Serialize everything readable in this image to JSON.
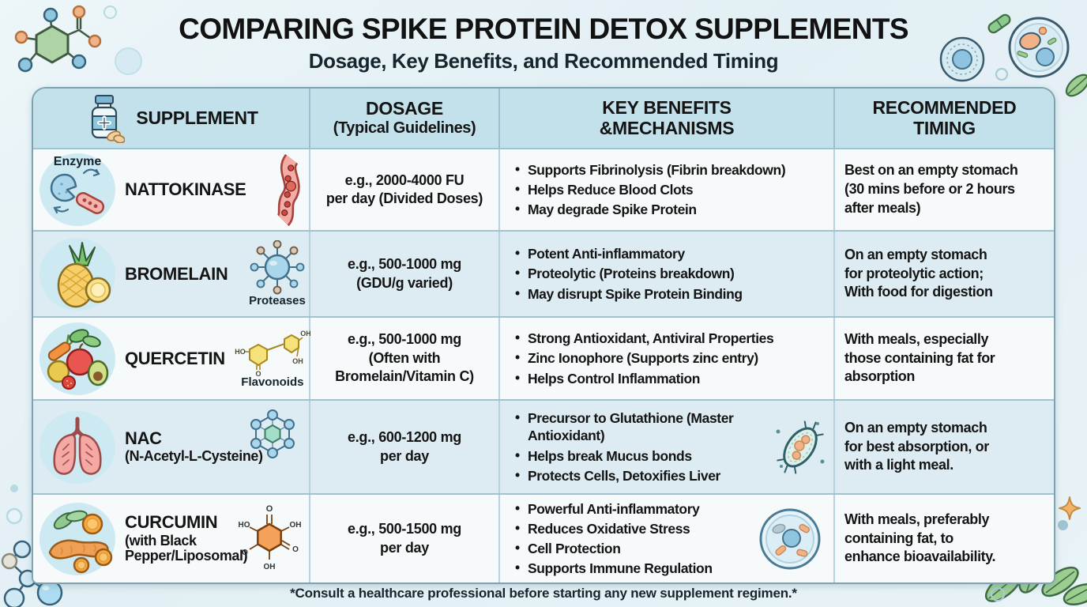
{
  "page": {
    "title": "COMPARING SPIKE PROTEIN DETOX SUPPLEMENTS",
    "subtitle": "Dosage, Key Benefits, and Recommended Timing",
    "footnote": "*Consult a healthcare professional before starting any new supplement regimen.*"
  },
  "colors": {
    "header_bg": "#c2e1eb",
    "row_tint": "#dcecf2",
    "row_light": "#f7fafb",
    "table_border": "#7da3b2",
    "accent_orange": "#f0a055",
    "accent_green": "#8fc98b",
    "accent_blue": "#8ec6dd"
  },
  "table": {
    "columns": [
      {
        "line1": "SUPPLEMENT",
        "line2": ""
      },
      {
        "line1": "DOSAGE",
        "line2": "(Typical Guidelines)"
      },
      {
        "line1": "KEY BENEFITS",
        "line2": "&MECHANISMS"
      },
      {
        "line1": "RECOMMENDED",
        "line2": "TIMING"
      }
    ],
    "header_icon": "pill-bottle-icon",
    "rows": [
      {
        "name": "NATTOKINASE",
        "subname": "",
        "icon": "enzyme-and-bacterium-icon",
        "icon_caption": "Enzyme",
        "side_icon": "blood-vessel-icon",
        "side_caption": "",
        "dosage_lines": [
          "e.g., 2000-4000 FU",
          "per day (Divided Doses)"
        ],
        "benefits": [
          "Supports Fibrinolysis (Fibrin breakdown)",
          "Helps Reduce Blood Clots",
          "May degrade Spike Protein"
        ],
        "timing_lines": [
          "Best on an empty stomach",
          "(30 mins before or 2 hours",
          "after meals)"
        ]
      },
      {
        "name": "BROMELAIN",
        "subname": "",
        "icon": "pineapple-icon",
        "icon_caption": "",
        "side_icon": "protease-molecule-icon",
        "side_caption": "Proteases",
        "dosage_lines": [
          "e.g., 500-1000 mg",
          "(GDU/g varied)"
        ],
        "benefits": [
          "Potent Anti-inflammatory",
          "Proteolytic (Proteins breakdown)",
          "May disrupt Spike Protein Binding"
        ],
        "timing_lines": [
          "On an empty stomach",
          "for proteolytic action;",
          "With food for digestion"
        ]
      },
      {
        "name": "QUERCETIN",
        "subname": "",
        "icon": "fruits-vegetables-icon",
        "icon_caption": "",
        "side_icon": "flavonoid-structure-icon",
        "side_caption": "Flavonoids",
        "dosage_lines": [
          "e.g., 500-1000 mg",
          "(Often with",
          "Bromelain/Vitamin C)"
        ],
        "benefits": [
          "Strong Antioxidant, Antiviral Properties",
          "Zinc Ionophore (Supports zinc entry)",
          "Helps Control Inflammation"
        ],
        "timing_lines": [
          "With meals, especially",
          "those containing fat for",
          "absorption"
        ]
      },
      {
        "name": "NAC",
        "subname": "(N-Acetyl-L-Cysteine)",
        "icon": "lungs-icon",
        "icon_caption": "",
        "side_icon": "molecule-hexagon-icon",
        "side_caption": "",
        "dosage_lines": [
          "e.g., 600-1200 mg",
          "per day"
        ],
        "benefits": [
          "Precursor to Glutathione (Master Antioxidant)",
          "Helps break Mucus bonds",
          "Protects Cells, Detoxifies Liver"
        ],
        "cell_figure": "bacterium-icon",
        "timing_lines": [
          "On an empty stomach",
          "for best absorption, or",
          "with a light meal."
        ]
      },
      {
        "name": "CURCUMIN",
        "subname": "(with Black Pepper/Liposomal)",
        "icon": "turmeric-root-icon",
        "icon_caption": "",
        "side_icon": "curcumin-structure-icon",
        "side_caption": "",
        "dosage_lines": [
          "e.g., 500-1500 mg",
          "per day"
        ],
        "benefits": [
          "Powerful Anti-inflammatory",
          "Reduces Oxidative Stress",
          "Cell Protection",
          "Supports Immune Regulation"
        ],
        "cell_figure": "cell-icon",
        "timing_lines": [
          "With meals, preferably",
          "containing fat, to",
          "enhance bioavailability."
        ]
      }
    ]
  },
  "icon_text": {
    "flavonoid": {
      "left": "HO",
      "top_right": "OH",
      "right": "OH",
      "bottom": "O"
    },
    "curcumin": {
      "top": "O",
      "left": "HO",
      "right": "OH",
      "bottom_left": "O",
      "bottom_right": "O",
      "bottom": "OH"
    }
  }
}
